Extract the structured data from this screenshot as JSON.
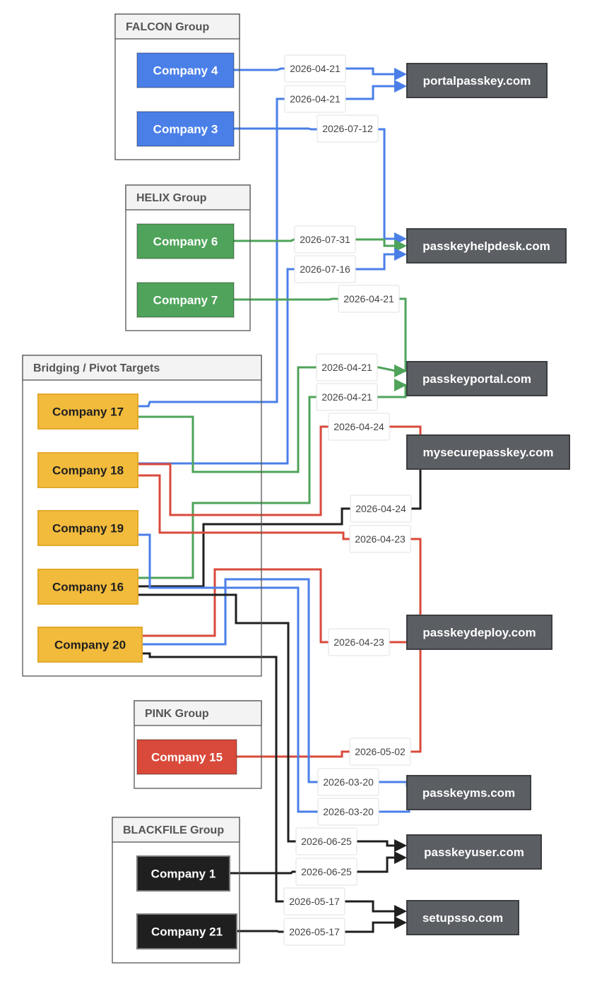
{
  "groups": [
    {
      "id": "falcon",
      "label": "FALCON Group",
      "color": "#4a7fe8"
    },
    {
      "id": "helix",
      "label": "HELIX Group",
      "color": "#4fa35a"
    },
    {
      "id": "bridging",
      "label": "Bridging / Pivot Targets",
      "color": "#f2bb3c"
    },
    {
      "id": "pink",
      "label": "PINK Group",
      "color": "#d94a3b"
    },
    {
      "id": "blackfile",
      "label": "BLACKFILE Group",
      "color": "#1f1f1f"
    }
  ],
  "companies": [
    {
      "id": "c4",
      "label": "Company 4",
      "group": "falcon"
    },
    {
      "id": "c3",
      "label": "Company 3",
      "group": "falcon"
    },
    {
      "id": "c6",
      "label": "Company 6",
      "group": "helix"
    },
    {
      "id": "c7",
      "label": "Company 7",
      "group": "helix"
    },
    {
      "id": "c17",
      "label": "Company 17",
      "group": "bridging"
    },
    {
      "id": "c18",
      "label": "Company 18",
      "group": "bridging"
    },
    {
      "id": "c19",
      "label": "Company 19",
      "group": "bridging"
    },
    {
      "id": "c16",
      "label": "Company 16",
      "group": "bridging"
    },
    {
      "id": "c20",
      "label": "Company 20",
      "group": "bridging"
    },
    {
      "id": "c15",
      "label": "Company 15",
      "group": "pink"
    },
    {
      "id": "c1",
      "label": "Company 1",
      "group": "blackfile"
    },
    {
      "id": "c21",
      "label": "Company 21",
      "group": "blackfile"
    }
  ],
  "domains": [
    {
      "id": "d_portal",
      "label": "portalpasskey.com"
    },
    {
      "id": "d_helpdesk",
      "label": "passkeyhelpdesk.com"
    },
    {
      "id": "d_pportal",
      "label": "passkeyportal.com"
    },
    {
      "id": "d_mysecure",
      "label": "mysecurepasskey.com"
    },
    {
      "id": "d_deploy",
      "label": "passkeydeploy.com"
    },
    {
      "id": "d_ms",
      "label": "passkeyms.com"
    },
    {
      "id": "d_user",
      "label": "passkeyuser.com"
    },
    {
      "id": "d_setup",
      "label": "setupsso.com"
    }
  ],
  "edges": [
    {
      "from": "c4",
      "to": "d_portal",
      "date": "2026-04-21",
      "color": "#4a7fe8"
    },
    {
      "from": "c17",
      "to": "d_portal",
      "date": "2026-04-21",
      "color": "#4a7fe8"
    },
    {
      "from": "c3",
      "to": "d_helpdesk",
      "date": "2026-07-12",
      "color": "#4a7fe8"
    },
    {
      "from": "c6",
      "to": "d_helpdesk",
      "date": "2026-07-31",
      "color": "#4fa35a"
    },
    {
      "from": "c18",
      "to": "d_helpdesk",
      "date": "2026-07-16",
      "color": "#4a7fe8"
    },
    {
      "from": "c7",
      "to": "d_pportal",
      "date": "2026-04-21",
      "color": "#4fa35a"
    },
    {
      "from": "c17",
      "to": "d_pportal",
      "date": "2026-04-21",
      "color": "#4fa35a"
    },
    {
      "from": "c19",
      "to": "d_pportal",
      "date": "2026-04-21",
      "color": "#4fa35a"
    },
    {
      "from": "c18",
      "to": "d_mysecure",
      "date": "2026-04-24",
      "color": "#d94a3b"
    },
    {
      "from": "c16",
      "to": "d_mysecure",
      "date": "2026-04-24",
      "color": "#1f1f1f"
    },
    {
      "from": "c18",
      "to": "d_deploy",
      "date": "2026-04-23",
      "color": "#d94a3b"
    },
    {
      "from": "c20",
      "to": "d_deploy",
      "date": "2026-04-23",
      "color": "#d94a3b"
    },
    {
      "from": "c15",
      "to": "d_deploy",
      "date": "2026-05-02",
      "color": "#d94a3b"
    },
    {
      "from": "c20",
      "to": "d_ms",
      "date": "2026-03-20",
      "color": "#4a7fe8"
    },
    {
      "from": "c19",
      "to": "d_ms",
      "date": "2026-03-20",
      "color": "#4a7fe8"
    },
    {
      "from": "c16",
      "to": "d_user",
      "date": "2026-06-25",
      "color": "#1f1f1f"
    },
    {
      "from": "c1",
      "to": "d_user",
      "date": "2026-06-25",
      "color": "#1f1f1f"
    },
    {
      "from": "c20",
      "to": "d_setup",
      "date": "2026-05-17",
      "color": "#1f1f1f"
    },
    {
      "from": "c21",
      "to": "d_setup",
      "date": "2026-05-17",
      "color": "#1f1f1f"
    }
  ]
}
